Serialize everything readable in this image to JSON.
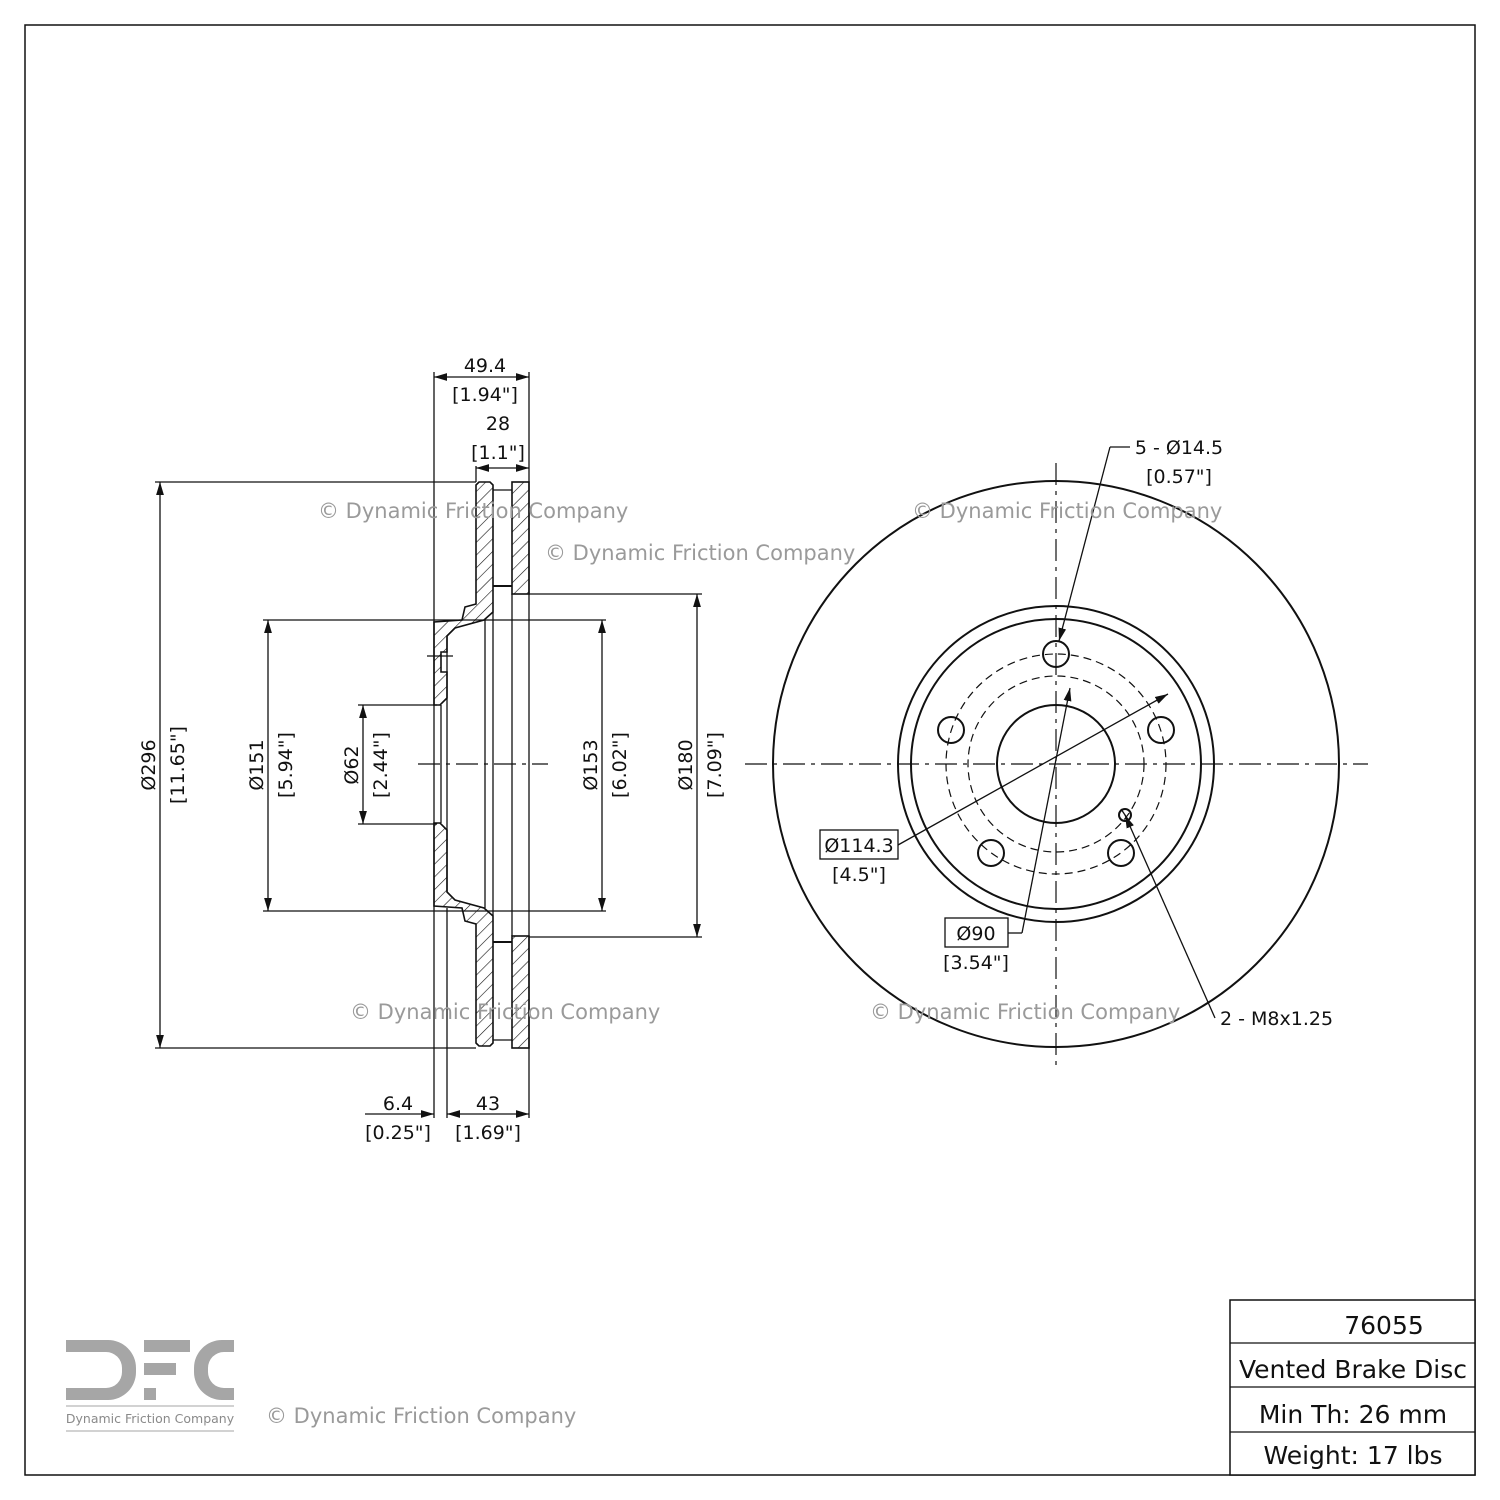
{
  "watermark": "© Dynamic Friction Company",
  "logo": {
    "letters": "DFC",
    "name": "Dynamic Friction Company"
  },
  "side_view": {
    "overall_width": {
      "mm": "49.4",
      "in": "[1.94\"]"
    },
    "disc_thickness": {
      "mm": "28",
      "in": "[1.1\"]"
    },
    "outer_diameter": {
      "mm": "Ø296",
      "in": "[11.65\"]"
    },
    "hat_diameter": {
      "mm": "Ø151",
      "in": "[5.94\"]"
    },
    "bore_diameter": {
      "mm": "Ø62",
      "in": "[2.44\"]"
    },
    "inner_diameter": {
      "mm": "Ø153",
      "in": "[6.02\"]"
    },
    "friction_inner": {
      "mm": "Ø180",
      "in": "[7.09\"]"
    },
    "flange_thickness": {
      "mm": "6.4",
      "in": "[0.25\"]"
    },
    "hat_height": {
      "mm": "43",
      "in": "[1.69\"]"
    }
  },
  "front_view": {
    "bolt_holes": {
      "mm": "5 - Ø14.5",
      "in": "[0.57\"]"
    },
    "bolt_circle": {
      "mm": "Ø114.3",
      "in": "[4.5\"]"
    },
    "pilot": {
      "mm": "Ø90",
      "in": "[3.54\"]"
    },
    "threaded_holes": "2 - M8x1.25"
  },
  "title_block": {
    "part_number": "76055",
    "description": "Vented Brake Disc",
    "min_thickness": "Min Th: 26 mm",
    "weight": "Weight: 17 lbs"
  }
}
